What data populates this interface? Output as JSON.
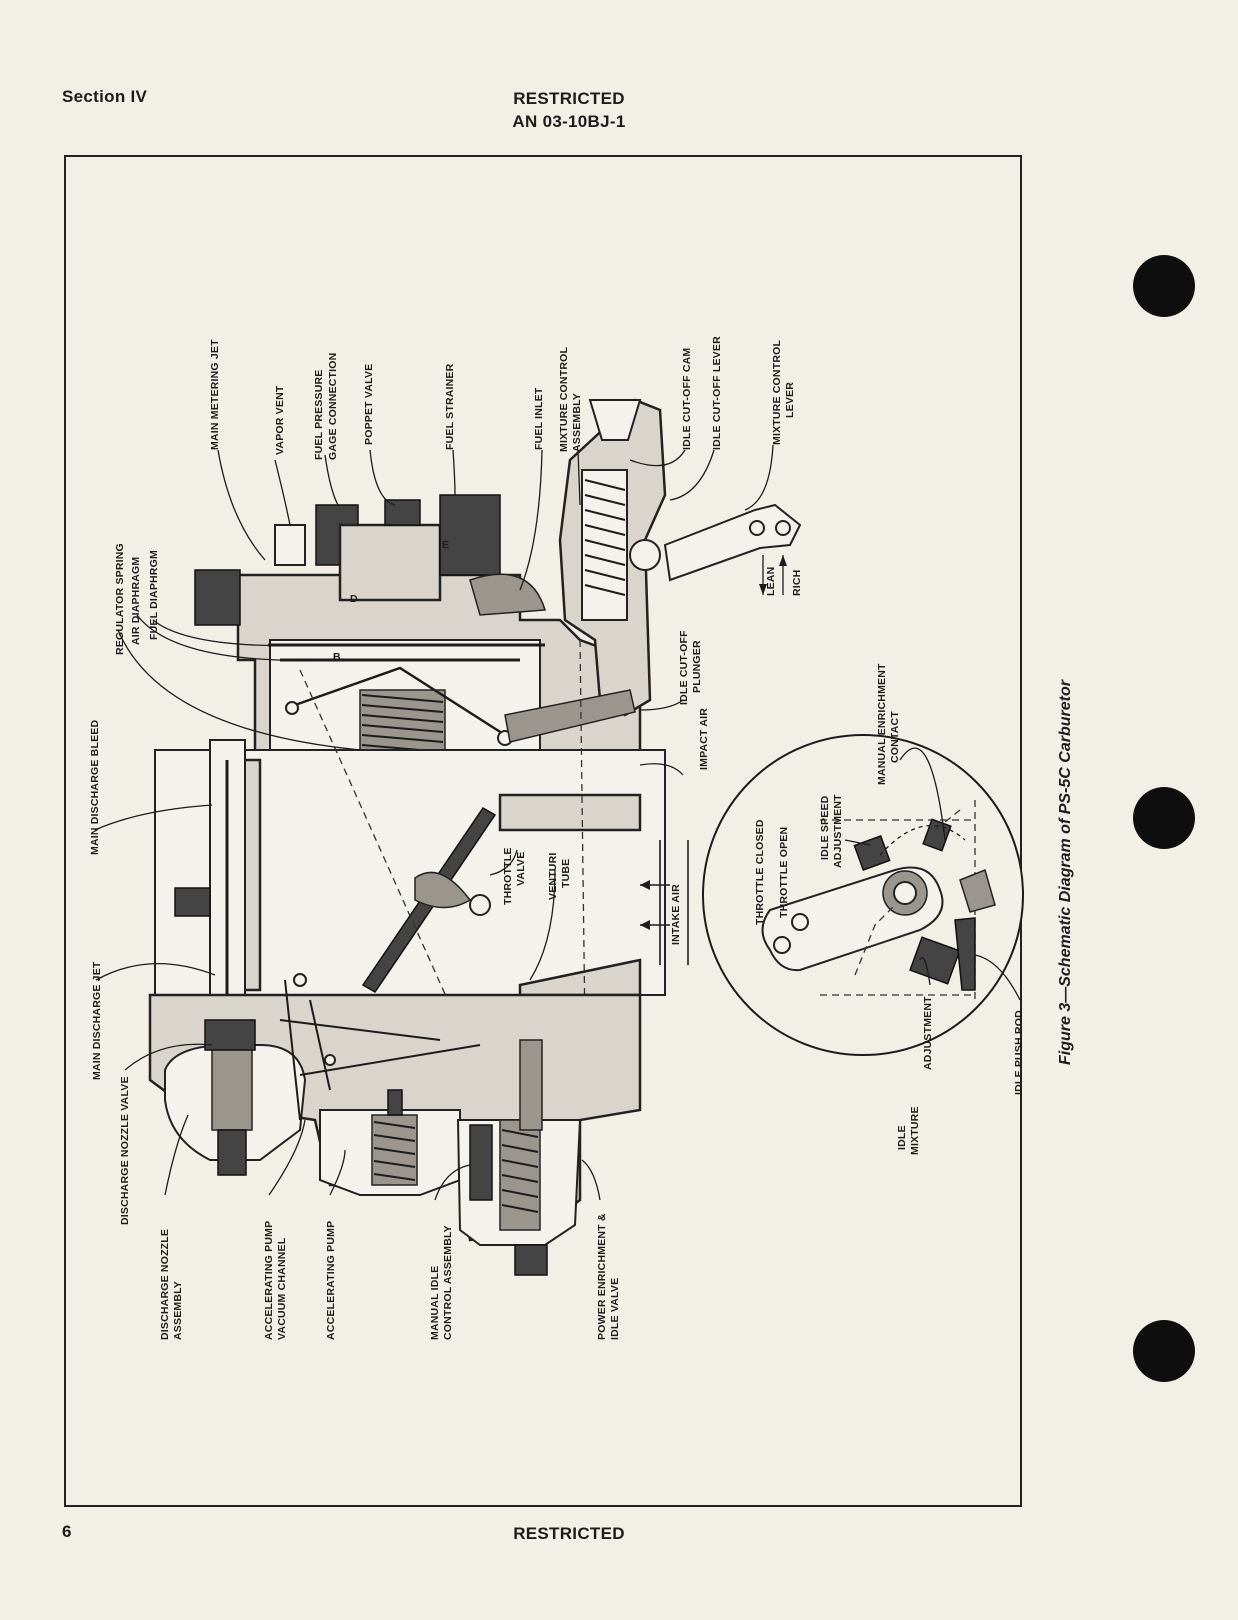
{
  "header": {
    "section": "Section IV",
    "classification": "RESTRICTED",
    "document_number": "AN 03-10BJ-1"
  },
  "footer": {
    "page_number": "6",
    "classification": "RESTRICTED"
  },
  "figure": {
    "caption": "Figure 3—Schematic Diagram of PS-5C Carburetor",
    "labels": {
      "main_metering_jet": "MAIN METERING JET",
      "vapor_vent": "VAPOR VENT",
      "fuel_pressure_1": "FUEL PRESSURE",
      "fuel_pressure_2": "GAGE CONNECTION",
      "poppet_valve": "POPPET VALVE",
      "fuel_strainer": "FUEL STRAINER",
      "fuel_inlet": "FUEL INLET",
      "mixture_control_1": "MIXTURE CONTROL",
      "mixture_control_2": "ASSEMBLY",
      "idle_cutoff_cam": "IDLE CUT-OFF CAM",
      "idle_cutoff_lever": "IDLE CUT-OFF LEVER",
      "mixture_control_lever_1": "MIXTURE CONTROL",
      "mixture_control_lever_2": "LEVER",
      "lean": "LEAN",
      "rich": "RICH",
      "regulator_spring": "REGULATOR SPRING",
      "air_diaphragm": "AIR DIAPHRAGM",
      "fuel_diaphragm": "FUEL DIAPHRGM",
      "idle_cutoff_plunger_1": "IDLE CUT-OFF",
      "idle_cutoff_plunger_2": "PLUNGER",
      "impact_air": "IMPACT AIR",
      "main_discharge_bleed": "MAIN DISCHARGE BLEED",
      "throttle_valve_1": "THROTTLE",
      "throttle_valve_2": "VALVE",
      "venturi_tube_1": "VENTURI",
      "venturi_tube_2": "TUBE",
      "intake_air": "INTAKE AIR",
      "main_discharge_jet": "MAIN DISCHARGE JET",
      "discharge_nozzle_valve": "DISCHARGE NOZZLE VALVE",
      "discharge_nozzle_assembly_1": "DISCHARGE NOZZLE",
      "discharge_nozzle_assembly_2": "ASSEMBLY",
      "accel_pump_vacuum_1": "ACCELERATING PUMP",
      "accel_pump_vacuum_2": "VACUUM CHANNEL",
      "accel_pump": "ACCELERATING PUMP",
      "manual_idle_1": "MANUAL IDLE",
      "manual_idle_2": "CONTROL ASSEMBLY",
      "power_enrichment_1": "POWER ENRICHMENT &",
      "power_enrichment_2": "IDLE VALVE",
      "throttle_closed": "THROTTLE CLOSED",
      "throttle_open": "THROTTLE OPEN",
      "idle_speed_1": "IDLE SPEED",
      "idle_speed_2": "ADJUSTMENT",
      "manual_enrichment_1": "MANUAL ENRICHMENT",
      "manual_enrichment_2": "CONTACT",
      "idle_mixture_1": "IDLE",
      "idle_mixture_2": "MIXTURE",
      "idle_mixture_3": "ADJUSTMENT",
      "idle_push_rod": "IDLE PUSH ROD",
      "small_d": "D",
      "small_e": "E",
      "small_b": "B"
    }
  }
}
